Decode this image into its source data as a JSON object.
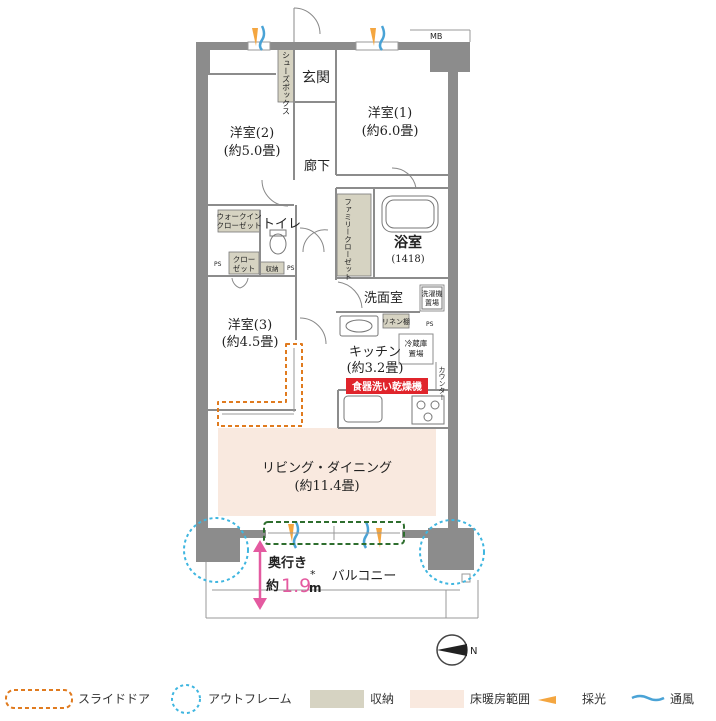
{
  "labels": {
    "mb": "MB",
    "shoebox": "シューズボックス",
    "entrance": "玄関",
    "room1_name": "洋室(1)",
    "room1_size": "(約6.0畳)",
    "room2_name": "洋室(2)",
    "room2_size": "(約5.0畳)",
    "hallway": "廊下",
    "walkin_line1": "ウォークイン",
    "walkin_line2": "クローゼット",
    "toilet": "トイレ",
    "family_closet": "ファミリークローゼット",
    "bath": "浴室",
    "bath_size": "(1418)",
    "closet_line1": "クロー",
    "closet_line2": "ゼット",
    "linen_small": "収納",
    "ps_left": "PS",
    "ps_mid": "PS",
    "ps_right": "PS",
    "washroom": "洗面室",
    "washer_line1": "洗濯機",
    "washer_line2": "置場",
    "linen_shelf": "リネン棚",
    "fridge_line1": "冷蔵庫",
    "fridge_line2": "置場",
    "kitchen_name": "キッチン",
    "kitchen_size": "(約3.2畳)",
    "counter": "カウンター",
    "dishwasher_badge": "食器洗い乾燥機",
    "room3_name": "洋室(3)",
    "room3_size": "(約4.5畳)",
    "living_name": "リビング・ダイニング",
    "living_size": "(約11.4畳)",
    "depth_label": "奥行き",
    "depth_prefix": "約",
    "depth_value": "1.9",
    "depth_unit": "m",
    "depth_note": "*",
    "balcony": "バルコニー",
    "north": "N"
  },
  "legend": [
    {
      "key": "slide_door",
      "label": "スライドドア"
    },
    {
      "key": "outframe",
      "label": "アウトフレーム"
    },
    {
      "key": "storage",
      "label": "収納"
    },
    {
      "key": "floor_heating",
      "label": "床暖房範囲"
    },
    {
      "key": "daylight",
      "label": "採光"
    },
    {
      "key": "ventilation",
      "label": "通風"
    }
  ],
  "colors": {
    "wall": "#8c8c8c",
    "storage": "#d6d3c2",
    "floor_heating": "#f9e9df",
    "slide_door": "#e07b1f",
    "outframe": "#3fb6e0",
    "daylight": "#f4a640",
    "ventilation": "#4aa3d6",
    "window_box": "#2e6e2e",
    "badge": "#e0242b",
    "depth": "#e45aa0"
  }
}
